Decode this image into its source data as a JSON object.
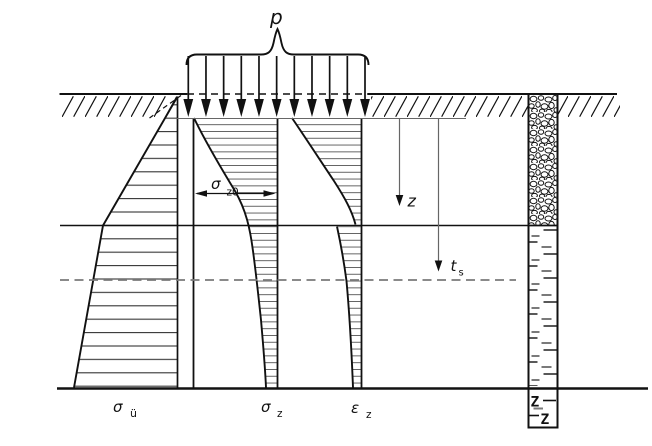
{
  "labels": {
    "load": "p",
    "sigma_z0": {
      "base": "σ",
      "sub": "z0"
    },
    "depth_axis": "z",
    "settlement_depth": {
      "base": "t",
      "sub": "s"
    },
    "overburden_stress": {
      "base": "σ",
      "sub": "ü"
    },
    "vertical_stress": {
      "base": "σ",
      "sub": "z"
    },
    "vertical_strain": {
      "base": "ε",
      "sub": "z"
    },
    "borehole_bottom_symbol_1": "Z",
    "borehole_bottom_symbol_2": "Z"
  },
  "colors": {
    "line": "#111111",
    "hatch_wide": "#333333",
    "hatch_fine": "#555555",
    "dashed_line": "#7a7a7a",
    "arrow_shaft": "#666666",
    "background": "#ffffff"
  }
}
